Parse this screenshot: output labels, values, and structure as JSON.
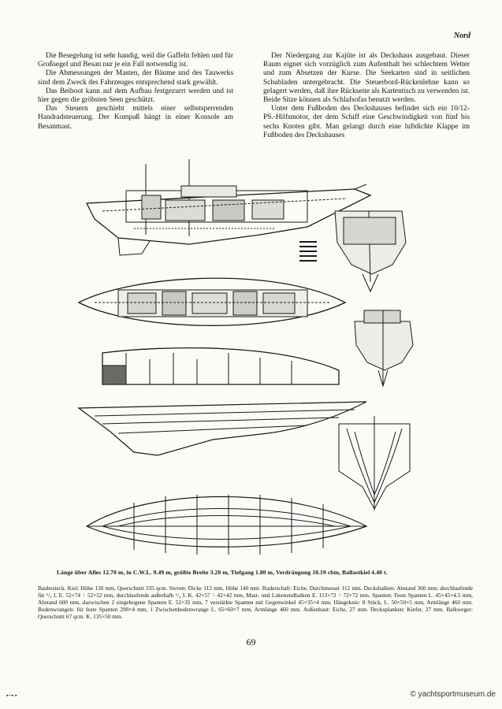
{
  "header": {
    "title": "Nord"
  },
  "left_column": {
    "paragraphs": [
      "Die Besegelung ist sehr handig, weil die Gaffeln fehlen und für Großsegel und Besan nur je ein Fall notwendig ist.",
      "Die Abmessungen der Masten, der Bäume und des Tauwerks sind dem Zweck des Fahrzeuges entsprechend stark gewählt.",
      "Das Beiboot kann auf dem Aufbau festgezurrt werden und ist hier gegen die gröbsten Seen geschützt.",
      "Das Steuern geschieht mittels einer selbstsperrenden Handradsteuerung. Der Kompaß hängt in einer Konsole am Besanmast."
    ]
  },
  "right_column": {
    "paragraphs": [
      "Der Niedergang zur Kajüte ist als Deckshaus ausgebaut. Dieser Raum eignet sich vorzüglich zum Aufenthalt bei schlechtem Wetter und zum Absetzen der Kurse. Die Seekarten sind in seitlichen Schubladen untergebracht. Die Steuerbord-Rückenlehne kann so gelagert werden, daß ihre Rückseite als Kartentisch zu verwenden ist. Beide Sitze können als Schlafsofas benutzt werden.",
      "Unter dem Fußboden des Deckshauses befindet sich ein 10/12-PS.-Hilfsmotor, der dem Schiff eine Geschwindigkeit von fünf bis sechs Knoten gibt. Man gelangt durch eine luftdichte Klappe im Fußboden des Deckshauses"
    ]
  },
  "caption": {
    "title": "Länge über Alles 12.70 m, in C.W.L. 9.49 m, größte Breite 3.20 m, Tiefgang 1.80 m, Verdrängung 10.19 cbm, Ballastkiel 4.40 t.",
    "specs": "Baubesteck. Kiel: Höhe 130 mm, Querschnitt 335 qcm. Steven: Dicke 112 mm, Höhe 140 mm. Ruderschaft: Eiche, Durchmesser 112 mm. Decksbalken: Abstand 360 mm; durchlaufende für ¹/₄ L E. 52×74 ÷ 52×52 mm, durchlaufende außerhalb ¹/₄ L K. 42×57 ÷ 42×42 mm, Mast- und Lukenendbalken E. 113×72 ÷ 72×72 mm. Spanten: Feste Spanten L. 45×45×4.5 mm, Abstand 600 mm, dazwischen 2 eingebogene Spanten E. 52×35 mm, 7 verstärkte Spanten mit Gegenwinkel 45×35×4 mm. Hängeknie: 8 Stück, L. 50×50×5 mm, Armlänge 460 mm. Bodenwrangen: für feste Spanten 290×4 mm, 1 Zwischenbodenwrange L. 65×60×7 mm, Armlänge 460 mm. Außenhaut: Eiche, 27 mm. Decksplanken: Kiefer, 27 mm. Balkweger: Querschnitt 67 qcm. K. 135×50 mm."
  },
  "page_number": "69",
  "watermark": "© yachtsportmuseum.de",
  "corner_mark": "▪−▪ ▪",
  "colors": {
    "ink": "#141414",
    "paper": "#fbfbf8"
  }
}
